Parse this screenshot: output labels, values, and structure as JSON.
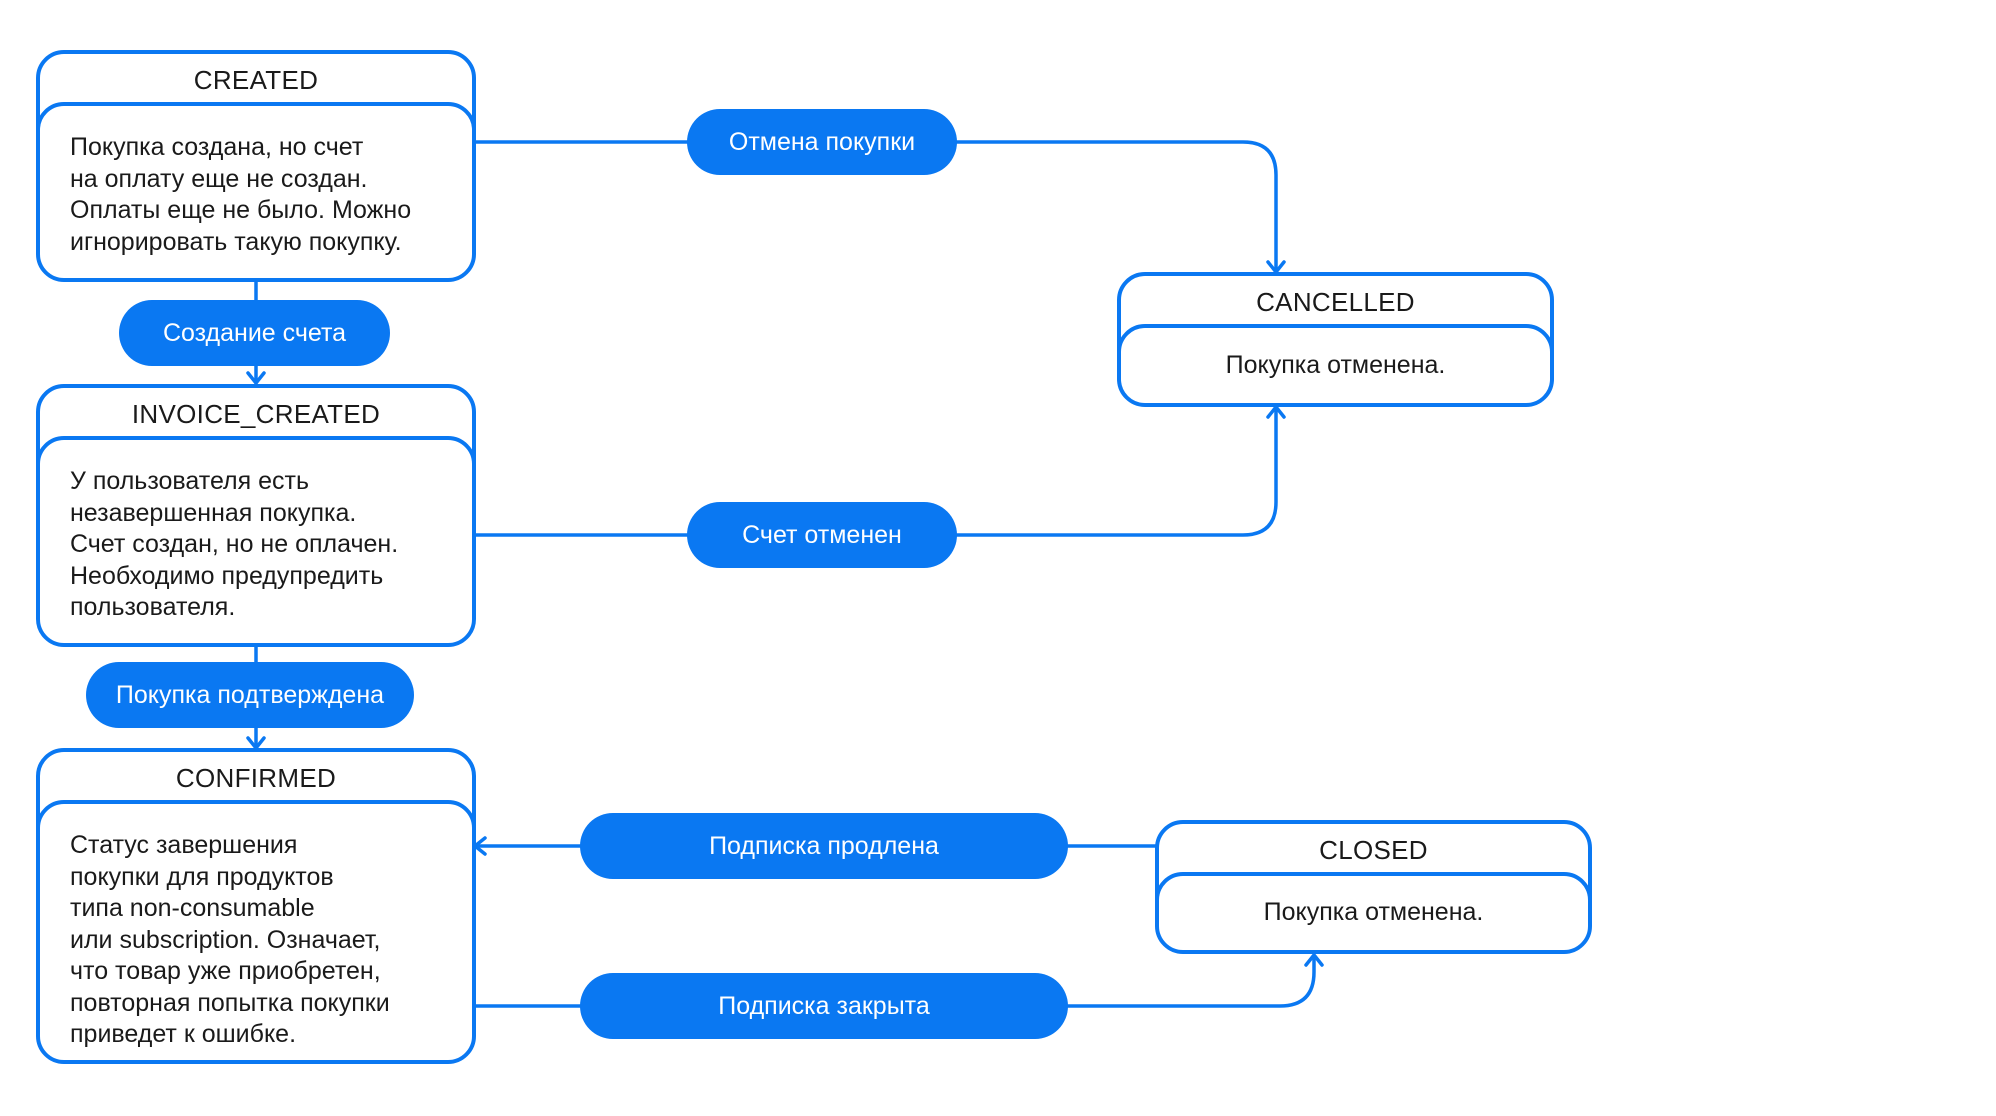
{
  "colors": {
    "accent": "#0a78f2",
    "text": "#1a1a1a",
    "background": "#ffffff"
  },
  "states": {
    "created": {
      "title": "CREATED",
      "description": "Покупка создана, но счет\nна оплату еще не создан.\nОплаты еще не было. Можно\nигнорировать такую покупку."
    },
    "invoice_created": {
      "title": "INVOICE_CREATED",
      "description": "У пользователя есть\nнезавершенная покупка.\nСчет создан, но не оплачен.\nНеобходимо предупредить\nпользователя."
    },
    "confirmed": {
      "title": "CONFIRMED",
      "description": "Статус завершения\nпокупки для продуктов\nтипа non-consumable\nили subscription. Означает,\nчто товар уже приобретен,\nповторная попытка покупки\nприведет к ошибке."
    },
    "cancelled": {
      "title": "CANCELLED",
      "description": "Покупка отменена."
    },
    "closed": {
      "title": "CLOSED",
      "description": "Покупка отменена."
    }
  },
  "transitions": {
    "invoice_creation": "Создание счета",
    "purchase_confirmed": "Покупка подтверждена",
    "purchase_cancel": "Отмена покупки",
    "invoice_cancelled": "Счет отменен",
    "subscription_renewed": "Подписка продлена",
    "subscription_closed": "Подписка закрыта"
  }
}
